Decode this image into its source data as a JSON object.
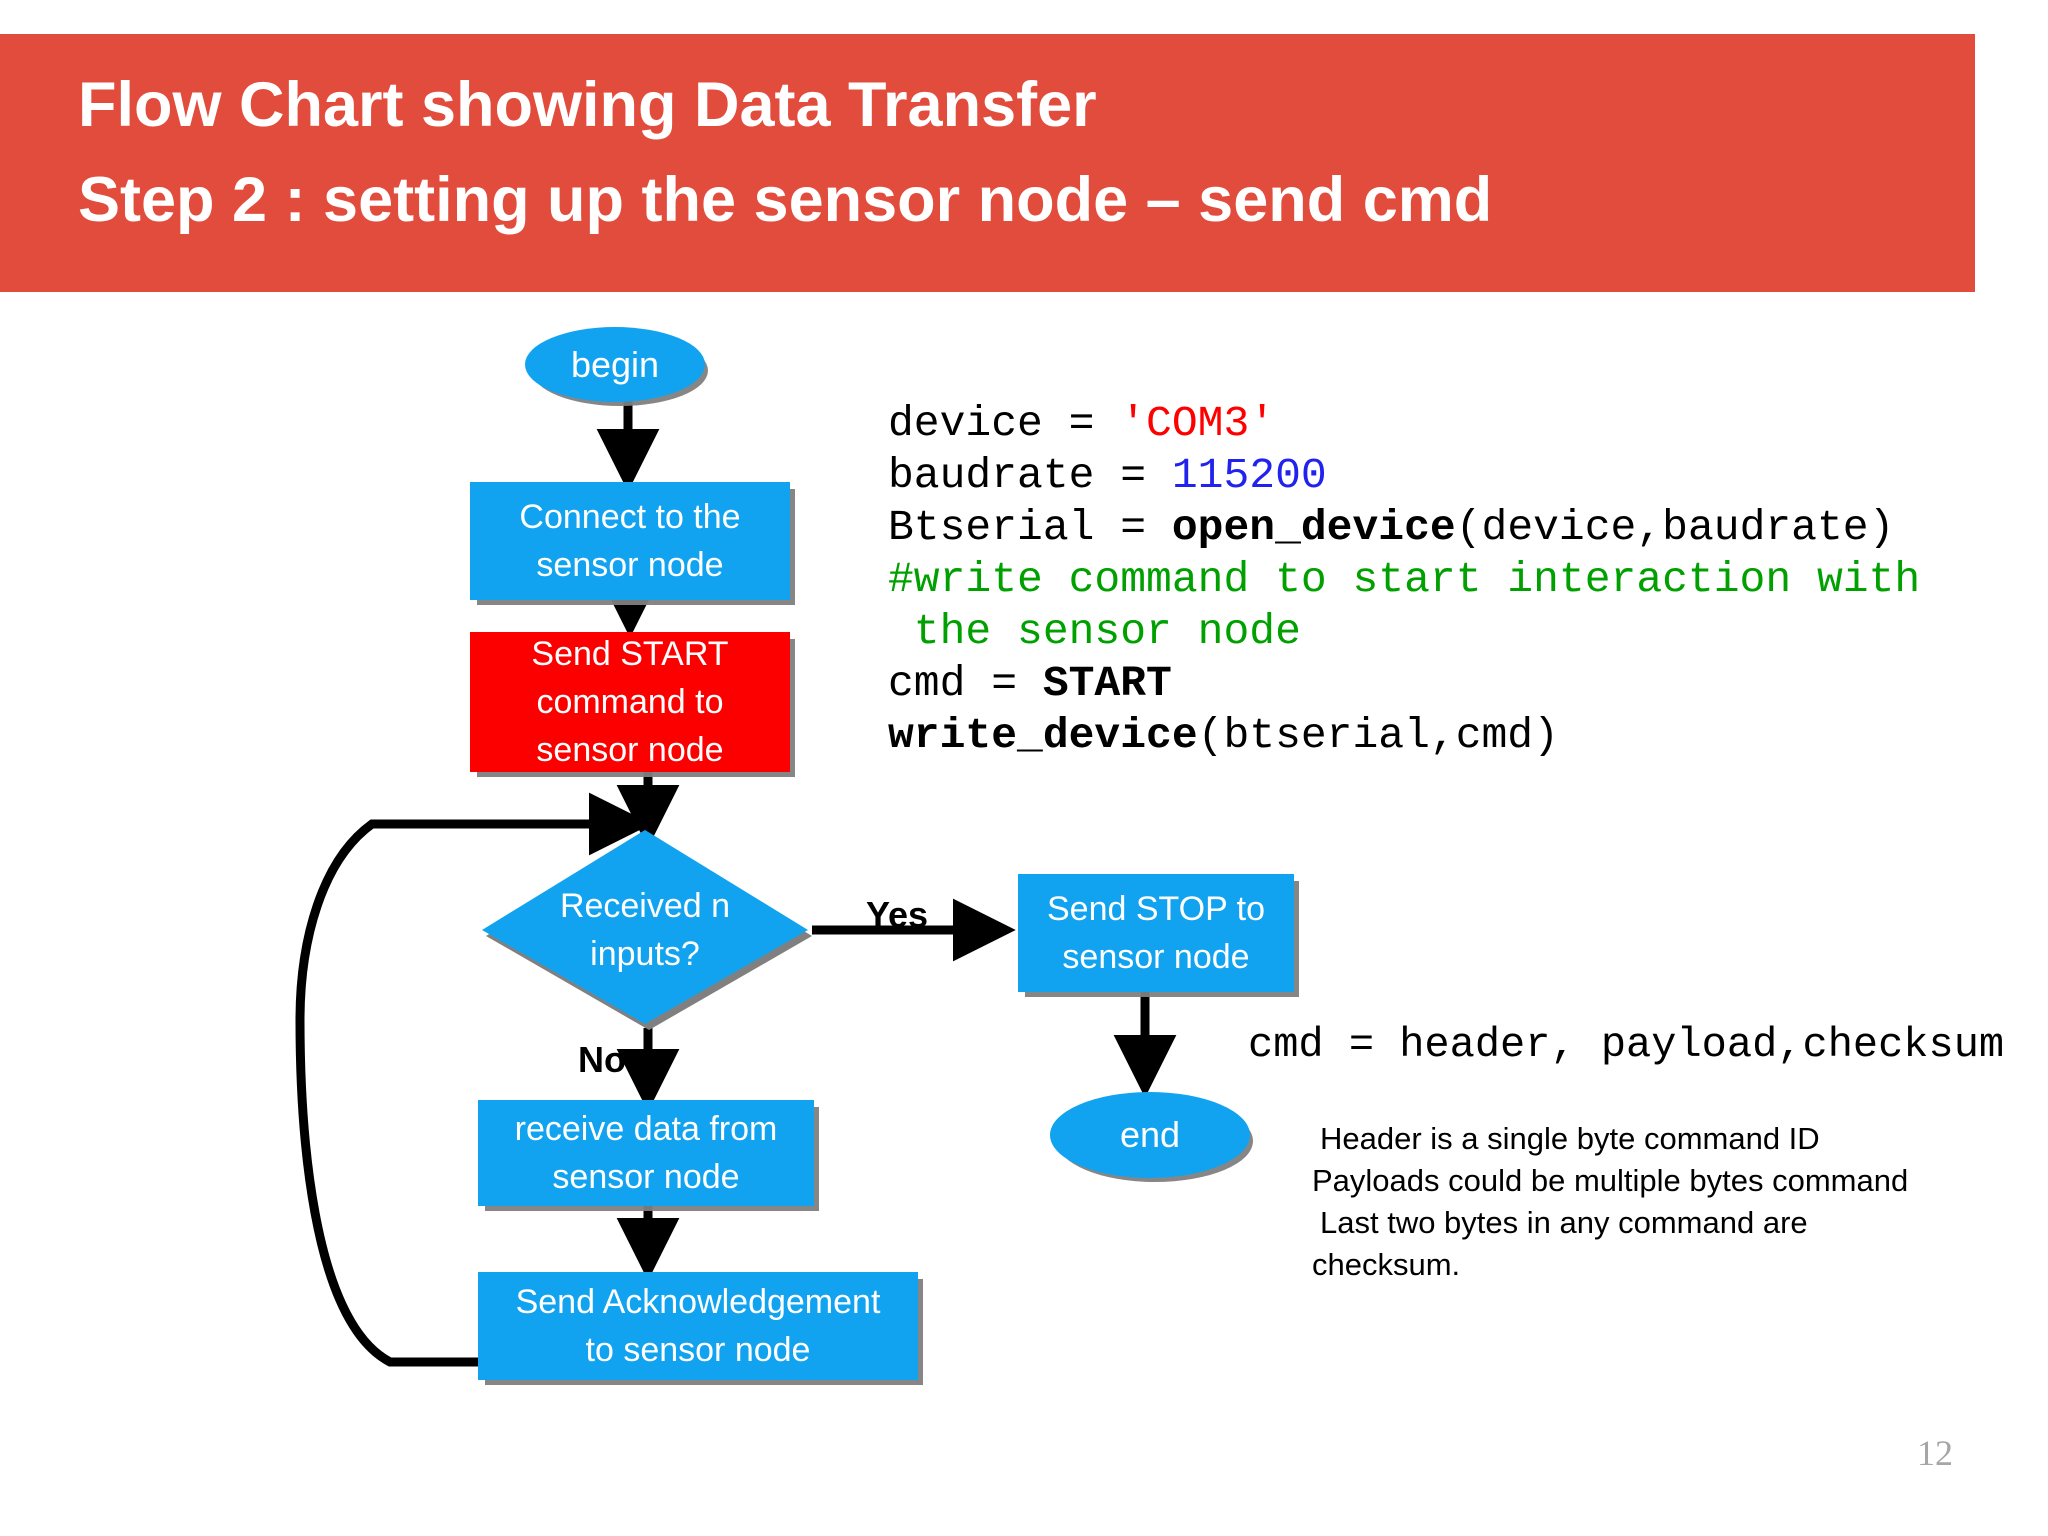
{
  "slide": {
    "page_number": "12",
    "title_line_1": "Flow Chart showing Data Transfer",
    "title_line_2": "Step 2 : setting up the sensor node – send cmd",
    "title_bar_color": "#E24C3C"
  },
  "colors": {
    "node_blue": "#12A3F0",
    "node_red": "#FC0000",
    "node_shadow": "#808080",
    "text_white": "#FFFFFF",
    "code_string": "#FF0000",
    "code_number": "#2222EE",
    "code_comment": "#00A000",
    "page_number_gray": "#A6A6A6"
  },
  "flowchart": {
    "type": "flowchart",
    "nodes": [
      {
        "id": "begin",
        "shape": "ellipse",
        "label": "begin",
        "fill": "#12A3F0"
      },
      {
        "id": "connect",
        "shape": "process",
        "label": "Connect to the\nsensor node",
        "fill": "#12A3F0"
      },
      {
        "id": "send_start",
        "shape": "process",
        "label": "Send  START\ncommand  to\nsensor  node",
        "fill": "#FC0000"
      },
      {
        "id": "decision",
        "shape": "decision",
        "label": "Received n\ninputs?",
        "fill": "#12A3F0"
      },
      {
        "id": "send_stop",
        "shape": "process",
        "label": "Send STOP to\nsensor node",
        "fill": "#12A3F0"
      },
      {
        "id": "end",
        "shape": "ellipse",
        "label": "end",
        "fill": "#12A3F0"
      },
      {
        "id": "receive",
        "shape": "process",
        "label": "receive data from\nsensor node",
        "fill": "#12A3F0"
      },
      {
        "id": "ack",
        "shape": "process",
        "label": "Send Acknowledgement\nto sensor node",
        "fill": "#12A3F0"
      }
    ],
    "edges": [
      {
        "from": "begin",
        "to": "connect",
        "label": ""
      },
      {
        "from": "connect",
        "to": "send_start",
        "label": ""
      },
      {
        "from": "send_start",
        "to": "decision",
        "label": ""
      },
      {
        "from": "decision",
        "to": "send_stop",
        "label": "Yes"
      },
      {
        "from": "decision",
        "to": "receive",
        "label": "No"
      },
      {
        "from": "send_stop",
        "to": "end",
        "label": ""
      },
      {
        "from": "receive",
        "to": "ack",
        "label": ""
      },
      {
        "from": "ack",
        "to": "decision",
        "label": ""
      }
    ],
    "labels": {
      "yes": "Yes",
      "no": "No"
    }
  },
  "code": {
    "lines": [
      [
        {
          "t": "device = ",
          "c": "plain"
        },
        {
          "t": "'COM3'",
          "c": "string"
        }
      ],
      [
        {
          "t": "baudrate = ",
          "c": "plain"
        },
        {
          "t": "115200",
          "c": "number"
        }
      ],
      [
        {
          "t": "Btserial = ",
          "c": "plain"
        },
        {
          "t": "open_device",
          "c": "bold"
        },
        {
          "t": "(device,baudrate)",
          "c": "plain"
        }
      ],
      [
        {
          "t": "#write command to start interaction with",
          "c": "comment"
        }
      ],
      [
        {
          "t": " the sensor node",
          "c": "comment"
        }
      ],
      [
        {
          "t": "cmd = ",
          "c": "plain"
        },
        {
          "t": "START",
          "c": "bold"
        }
      ],
      [
        {
          "t": "write_device",
          "c": "bold"
        },
        {
          "t": "(btserial,cmd)",
          "c": "plain"
        }
      ]
    ]
  },
  "annotations": {
    "cmd_formula": "cmd = header, payload,checksum",
    "notes": [
      "Header is a single byte command ID",
      "Payloads could be multiple bytes command",
      "Last two bytes in any command are",
      "checksum."
    ]
  }
}
